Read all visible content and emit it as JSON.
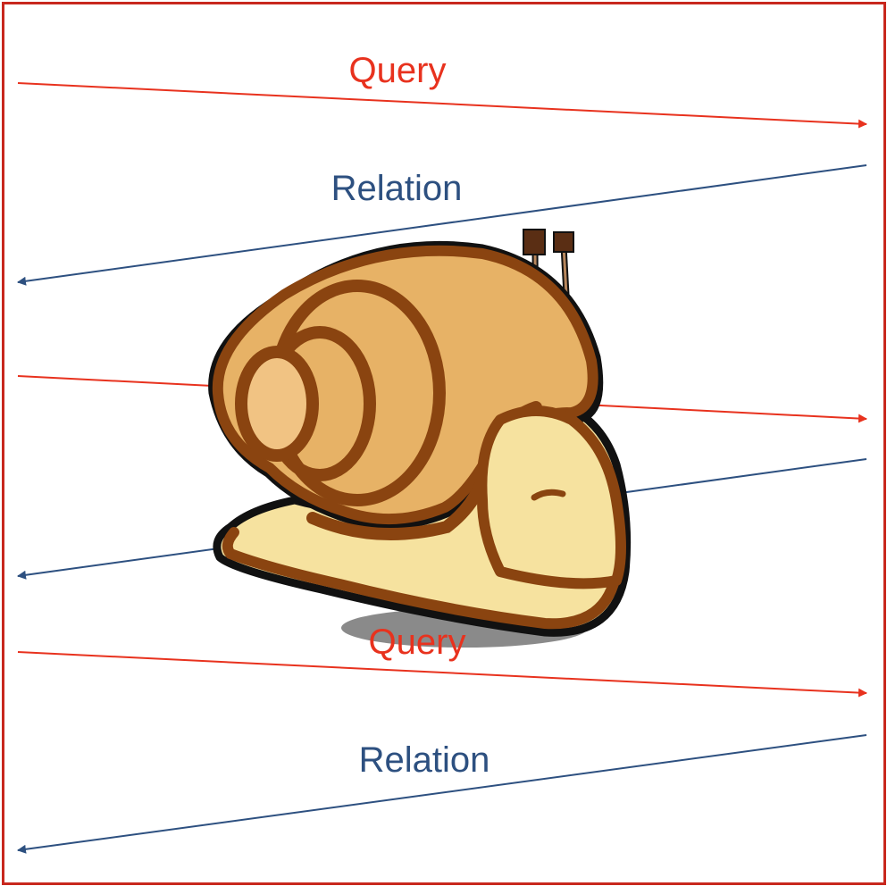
{
  "colors": {
    "query": "#e8321e",
    "relation": "#2d5080",
    "frame": "#c8281e",
    "shell_outline": "#8a4410",
    "shell_fill": "#e7b266",
    "body_fill": "#f6e29f",
    "outline": "#111111",
    "shadow": "#8a8a8a",
    "antenna": "#5a2e14"
  },
  "messages": [
    {
      "kind": "query",
      "label": "Query",
      "direction": "right"
    },
    {
      "kind": "relation",
      "label": "Relation",
      "direction": "left"
    },
    {
      "kind": "query",
      "label": "",
      "direction": "right"
    },
    {
      "kind": "relation",
      "label": "",
      "direction": "left"
    },
    {
      "kind": "query",
      "label": "Query",
      "direction": "right"
    },
    {
      "kind": "relation",
      "label": "Relation",
      "direction": "left"
    }
  ],
  "figure": {
    "icon": "snail-icon"
  }
}
